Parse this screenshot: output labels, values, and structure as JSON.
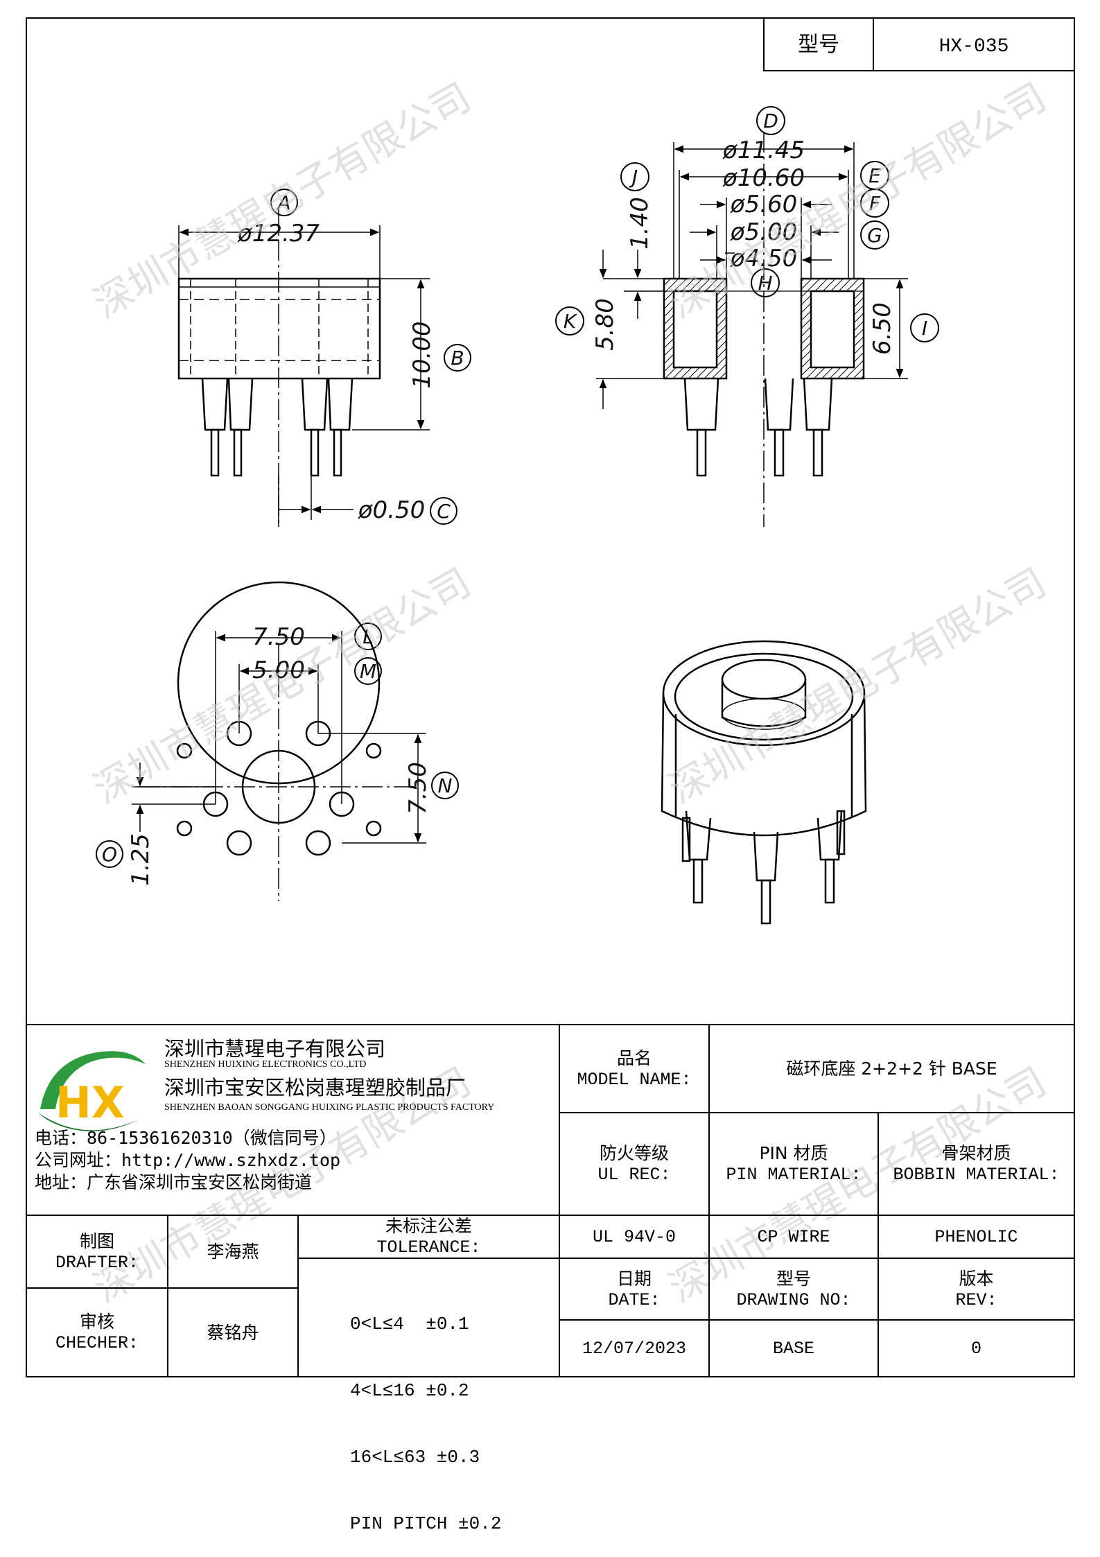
{
  "header": {
    "model_label": "型号",
    "model_value": "HX-035"
  },
  "drawing": {
    "view_a": {
      "dim_diameter": "ø12.37",
      "label_a": "A",
      "dim_height": "10.00",
      "label_b": "B",
      "dim_pin": "ø0.50",
      "label_c": "C"
    },
    "view_section": {
      "dim_d": "ø11.45",
      "label_d": "D",
      "dim_e": "ø10.60",
      "label_e": "E",
      "dim_f": "ø5.60",
      "label_f": "F",
      "dim_g": "ø5.00",
      "label_g": "G",
      "dim_h": "ø4.50",
      "label_h": "H",
      "dim_i": "6.50",
      "label_i": "I",
      "dim_j": "1.40",
      "label_j": "J",
      "dim_k": "5.80",
      "label_k": "K"
    },
    "view_bottom": {
      "dim_l": "7.50",
      "label_l": "L",
      "dim_m": "5.00",
      "label_m": "M",
      "dim_n": "7.50",
      "label_n": "N",
      "dim_o": "1.25",
      "label_o": "O"
    },
    "watermark": "深圳市慧瑆电子有限公司"
  },
  "company": {
    "name_cn": "深圳市慧瑆电子有限公司",
    "name_en": "SHENZHEN HUIXING ELECTRONICS CO.,LTD",
    "factory_cn": "深圳市宝安区松岗惠瑆塑胶制品厂",
    "factory_en": "SHENZHEN BAOAN SONGGANG HUIXING PLASTIC PRODUCTS FACTORY",
    "phone": "电话：86-15361620310（微信同号）",
    "website": "公司网址：http://www.szhxdz.top",
    "address": "地址：广东省深圳市宝安区松岗街道",
    "logo_text": "HX",
    "colors": {
      "logo_green": "#2e9b3e",
      "logo_yellow": "#f2b705",
      "logo_dark_green": "#1d6e2a"
    }
  },
  "title_block": {
    "model_name_cn": "品名",
    "model_name_en": "MODEL NAME:",
    "model_name_value": "磁环底座 2+2+2 针 BASE",
    "ul_rec_cn": "防火等级",
    "ul_rec_en": "UL REC:",
    "pin_material_cn": "PIN 材质",
    "pin_material_en": "PIN MATERIAL:",
    "bobbin_material_cn": "骨架材质",
    "bobbin_material_en": "BOBBIN MATERIAL:",
    "ul_value": "UL 94V-0",
    "pin_value": "CP WIRE",
    "bobbin_value": "PHENOLIC",
    "drafter_cn": "制图",
    "drafter_en": "DRAFTER:",
    "drafter_name": "李海燕",
    "checker_cn": "审核",
    "checker_en": "CHECHER:",
    "checker_name": "蔡铭舟",
    "tolerance_cn": "未标注公差",
    "tolerance_en": "TOLERANCE:",
    "tolerance_lines": [
      "0<L≤4  ±0.1",
      "4<L≤16 ±0.2",
      "16<L≤63 ±0.3",
      "PIN PITCH ±0.2"
    ],
    "date_cn": "日期",
    "date_en": "DATE:",
    "drawing_no_cn": "型号",
    "drawing_no_en": "DRAWING NO:",
    "rev_cn": "版本",
    "rev_en": "REV:",
    "date_value": "12/07/2023",
    "drawing_no_value": "BASE",
    "rev_value": "0"
  }
}
